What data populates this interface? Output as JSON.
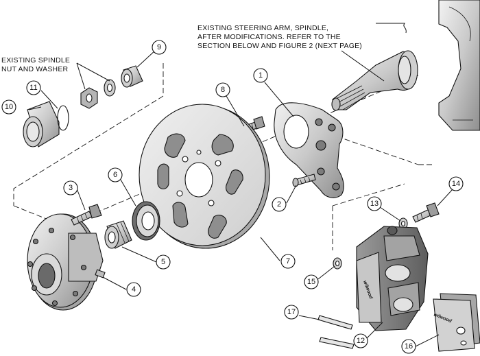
{
  "notes": {
    "steering_arm": [
      "EXISTING STEERING ARM, SPINDLE,",
      "AFTER MODIFICATIONS.  REFER TO THE",
      "SECTION BELOW AND FIGURE 2 (NEXT PAGE)"
    ],
    "spindle_nut": [
      "EXISTING SPINDLE",
      "NUT AND WASHER"
    ]
  },
  "callouts": {
    "c1": "1",
    "c2": "2",
    "c3": "3",
    "c4": "4",
    "c5": "5",
    "c6": "6",
    "c7": "7",
    "c8": "8",
    "c9": "9",
    "c10": "10",
    "c11": "11",
    "c12": "12",
    "c13": "13",
    "c14": "14",
    "c15": "15",
    "c16": "16",
    "c17": "17"
  },
  "brand": {
    "caliper_logo": "wilwood",
    "pad_logo": "wilwood"
  },
  "colors": {
    "line": "#111111",
    "metal_light": "#dcdcdc",
    "metal_mid": "#b8b8b8",
    "metal_dark": "#7a7a7a",
    "background": "#ffffff"
  }
}
